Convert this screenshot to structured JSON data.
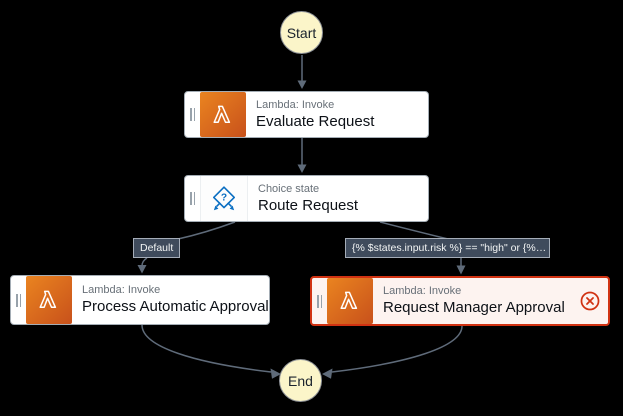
{
  "diagram": {
    "background": "#000000",
    "start": {
      "label": "Start"
    },
    "end": {
      "label": "End"
    },
    "states": [
      {
        "id": "evaluate-request",
        "type_label": "Lambda: Invoke",
        "title": "Evaluate Request",
        "icon": "lambda-icon",
        "status": "normal"
      },
      {
        "id": "route-request",
        "type_label": "Choice state",
        "title": "Route Request",
        "icon": "choice-icon",
        "status": "normal"
      },
      {
        "id": "process-automatic-approval",
        "type_label": "Lambda: Invoke",
        "title": "Process Automatic Approval",
        "icon": "lambda-icon",
        "status": "normal"
      },
      {
        "id": "request-manager-approval",
        "type_label": "Lambda: Invoke",
        "title": "Request Manager Approval",
        "icon": "lambda-icon",
        "status": "error"
      }
    ],
    "edge_labels": [
      {
        "id": "default-branch",
        "text": "Default"
      },
      {
        "id": "risk-condition",
        "text": "{% $states.input.risk %} == \"high\" or {%…"
      }
    ],
    "colors": {
      "lambda_orange_start": "#ea8420",
      "lambda_orange_end": "#c8511b",
      "choice_blue": "#0b6fc2",
      "error_red": "#d13212",
      "edge_gray": "#5f6b7a",
      "terminal_fill": "#fbf5c9",
      "label_bg": "#3f4b5c"
    }
  }
}
